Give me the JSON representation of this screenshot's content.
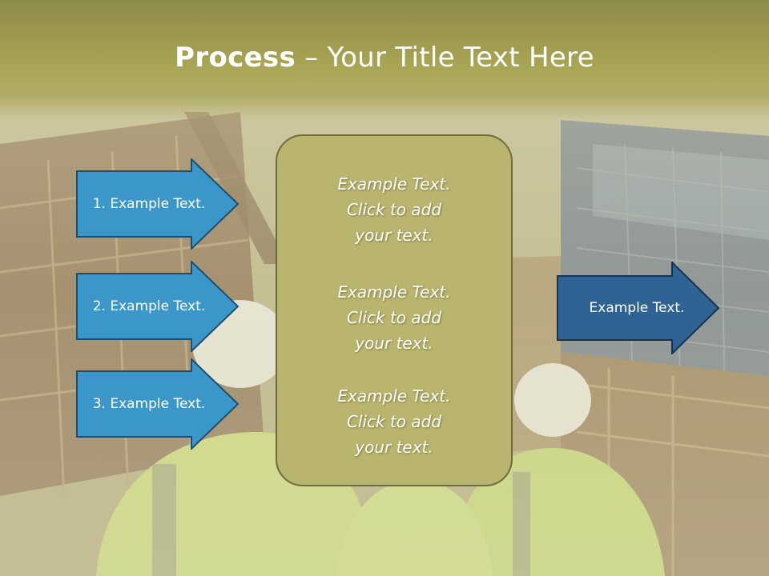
{
  "slide": {
    "title_bold": "Process",
    "title_rest": " – Your Title Text Here"
  },
  "left_arrows": [
    {
      "label": "1. Example Text."
    },
    {
      "label": "2. Example Text."
    },
    {
      "label": "3. Example Text."
    }
  ],
  "center_box": {
    "blocks": [
      {
        "line1": "Example Text.",
        "line2": "Click  to add",
        "line3": "your text."
      },
      {
        "line1": "Example Text.",
        "line2": "Click  to add",
        "line3": "your text."
      },
      {
        "line1": "Example Text.",
        "line2": "Click  to add",
        "line3": "your text."
      }
    ]
  },
  "right_arrow": {
    "label": "Example Text."
  },
  "colors": {
    "left_arrow_fill": "#3b97c9",
    "left_arrow_border": "#1d4e6f",
    "right_arrow_fill": "#2f6394",
    "right_arrow_border": "#16324f",
    "center_fill": "#b9b56f",
    "title_band": "#a8a553"
  }
}
